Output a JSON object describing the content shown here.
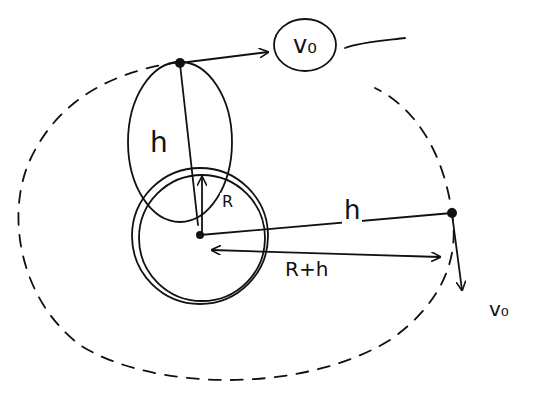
{
  "diagram": {
    "nodes": [
      {
        "text": [
          "v₀"
        ]
      }
    ],
    "labels": [
      "h",
      "R",
      "h",
      "R+h",
      "v₀"
    ]
  }
}
